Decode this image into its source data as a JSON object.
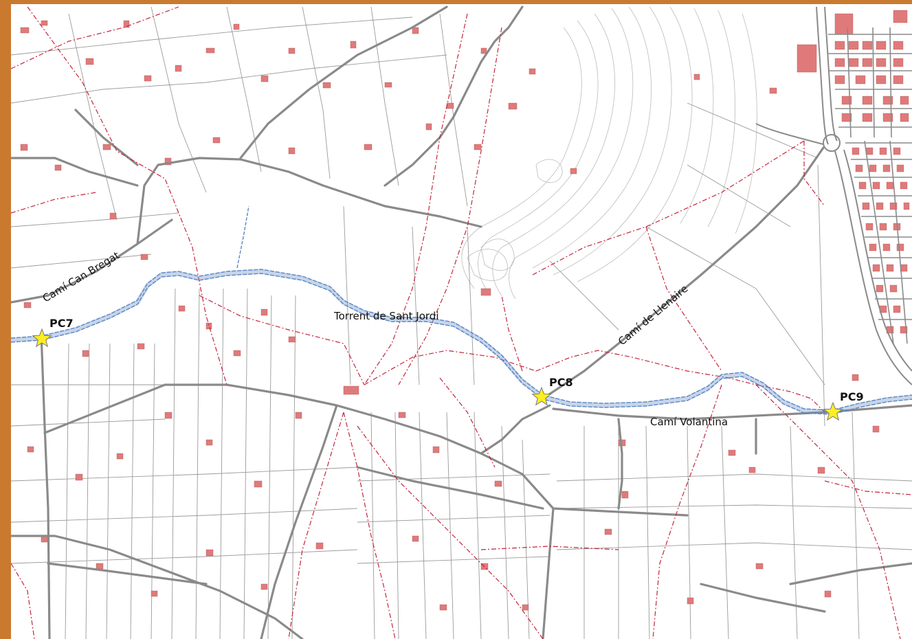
{
  "map": {
    "labels": {
      "cami_can_bregat": "Camí Can Bregat",
      "torrent": "Torrent de Sant Jordi",
      "cami_llenaire": "Camí de Llenaire",
      "cami_volantina": "Camí Volantina"
    },
    "checkpoints": [
      "PC7",
      "PC8",
      "PC9"
    ]
  },
  "colors": {
    "frame": "#c97a2e",
    "road": "#8a8a8a",
    "parcel": "#9a9a9a",
    "building": "#e07a7a",
    "boundary": "#c4243b",
    "torrent": "#5b86c2",
    "star_fill": "#ffee22",
    "star_stroke": "#777777",
    "contour": "#bbbbbb"
  }
}
